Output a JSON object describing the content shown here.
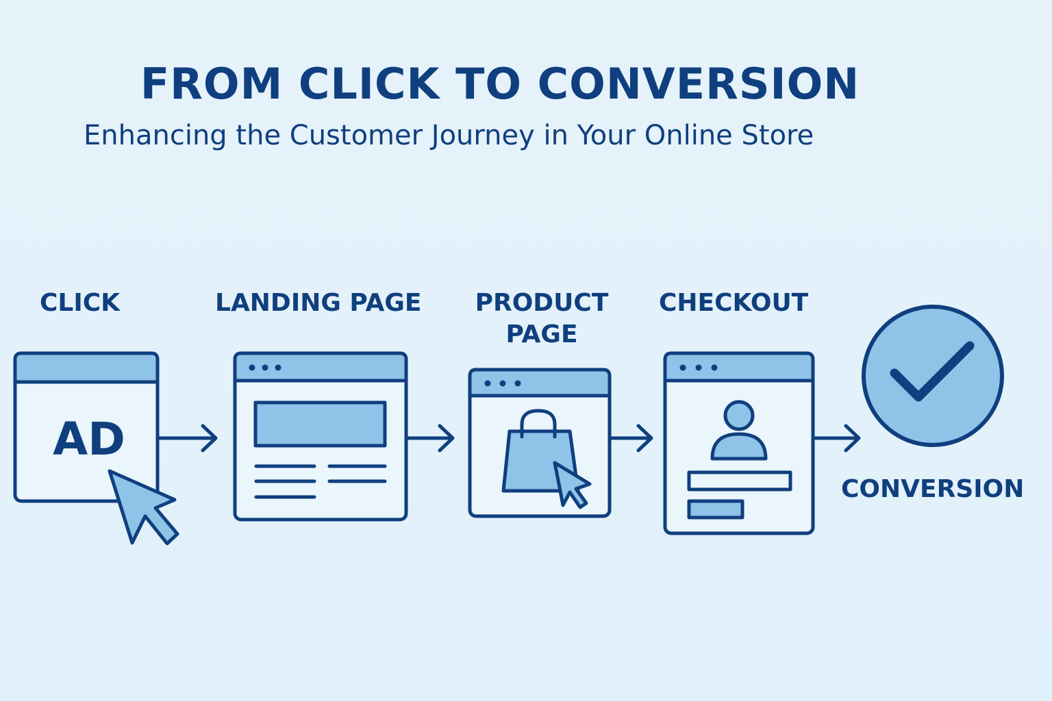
{
  "title": "FROM CLICK TO CONVERSION",
  "subtitle": "Enhancing the Customer Journey in Your Online Store",
  "steps": [
    {
      "label": "CLICK",
      "icon": "ad-window-icon",
      "badge": "AD"
    },
    {
      "label": "LANDING PAGE",
      "icon": "landing-page-window-icon"
    },
    {
      "label_line1": "PRODUCT",
      "label_line2": "PAGE",
      "icon": "shopping-bag-window-icon"
    },
    {
      "label": "CHECKOUT",
      "icon": "checkout-form-window-icon"
    },
    {
      "label": "CONVERSION",
      "icon": "checkmark-circle-icon"
    }
  ],
  "colors": {
    "background": "#e3f1fa",
    "stroke": "#0f3f7e",
    "fill": "#8fc3e8",
    "panel": "#eaf5fc"
  }
}
